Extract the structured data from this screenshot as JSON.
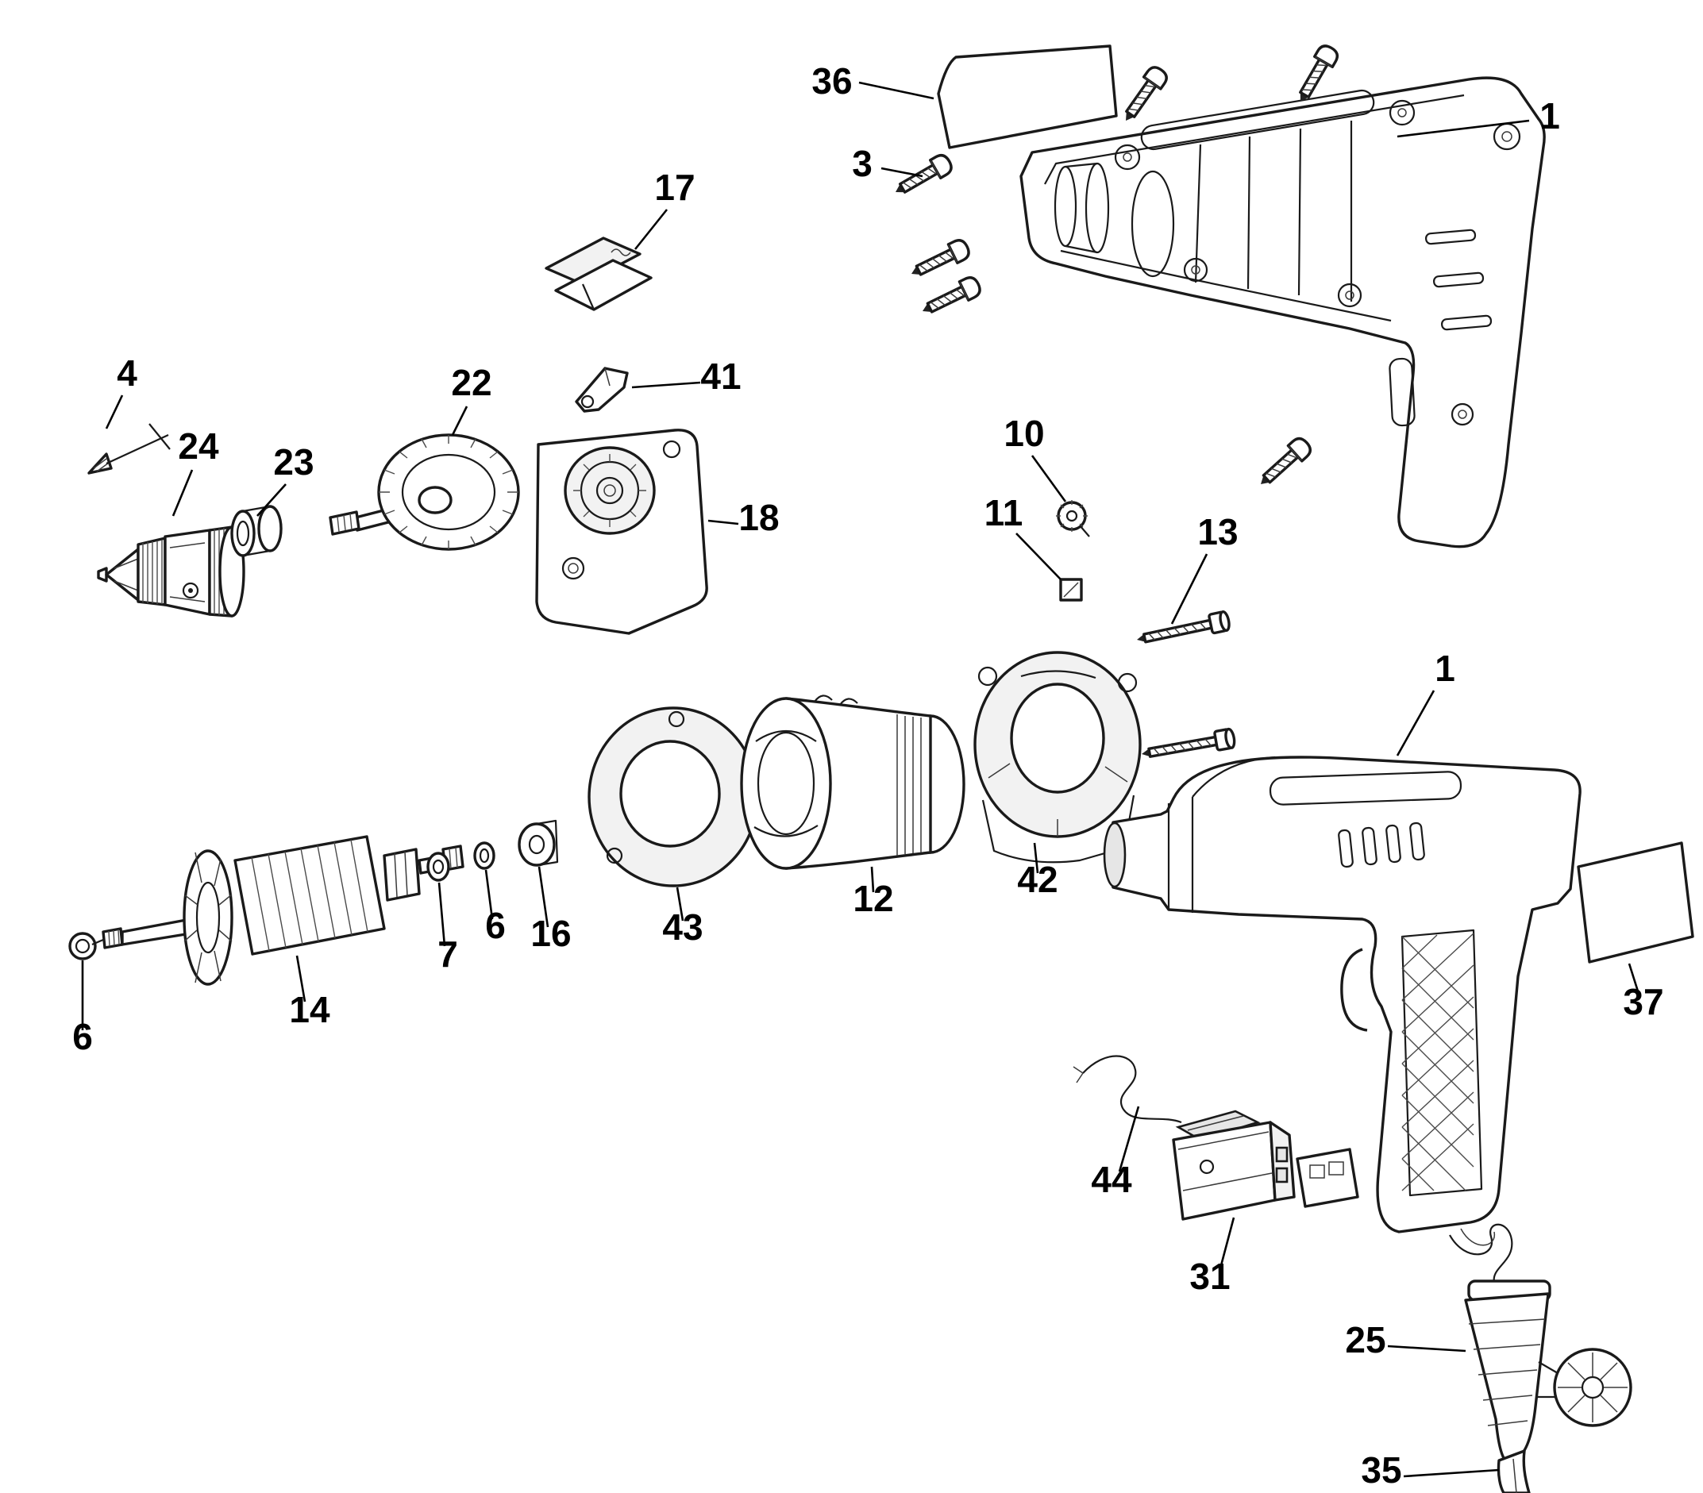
{
  "diagram": {
    "kind": "exploded-parts-diagram",
    "subject": "electric hand drill",
    "colors": {
      "background": "#ffffff",
      "line": "#000000"
    },
    "callouts": [
      {
        "label": "36",
        "part": "housing-sticker"
      },
      {
        "label": "3",
        "part": "housing-screw"
      },
      {
        "label": "1",
        "part": "housing-half-interior"
      },
      {
        "label": "17",
        "part": "brush-holder"
      },
      {
        "label": "41",
        "part": "lock-lever"
      },
      {
        "label": "22",
        "part": "output-gear"
      },
      {
        "label": "4",
        "part": "chuck-key"
      },
      {
        "label": "24",
        "part": "chuck"
      },
      {
        "label": "23",
        "part": "spacer-collar"
      },
      {
        "label": "18",
        "part": "gear-housing-plate"
      },
      {
        "label": "10",
        "part": "pinion"
      },
      {
        "label": "11",
        "part": "carbon-brush"
      },
      {
        "label": "13",
        "part": "motor-screw"
      },
      {
        "label": "1",
        "part": "drill-body"
      },
      {
        "label": "12",
        "part": "field-stator"
      },
      {
        "label": "42",
        "part": "motor-end-bracket"
      },
      {
        "label": "43",
        "part": "bearing-ring"
      },
      {
        "label": "16",
        "part": "bearing"
      },
      {
        "label": "6",
        "part": "washer"
      },
      {
        "label": "7",
        "part": "washer"
      },
      {
        "label": "14",
        "part": "armature"
      },
      {
        "label": "6",
        "part": "washer"
      },
      {
        "label": "37",
        "part": "name-label"
      },
      {
        "label": "44",
        "part": "lead-wire"
      },
      {
        "label": "31",
        "part": "switch"
      },
      {
        "label": "25",
        "part": "cord-protector"
      },
      {
        "label": "35",
        "part": "power-cord"
      }
    ]
  }
}
